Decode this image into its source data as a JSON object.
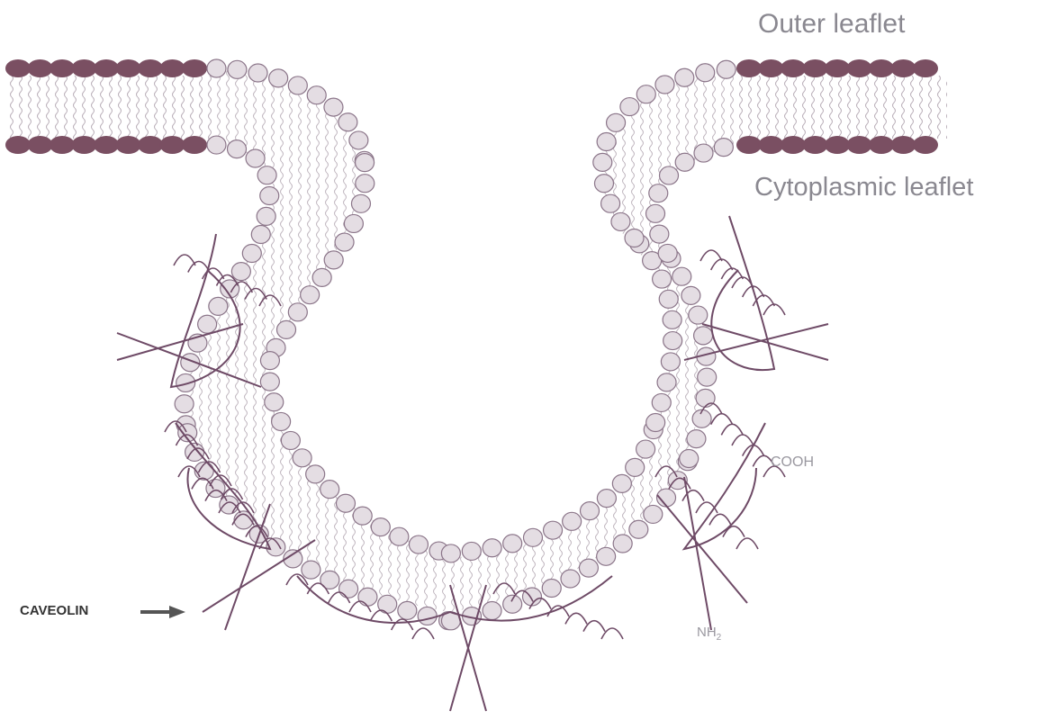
{
  "labels": {
    "outer_leaflet": "Outer leaflet",
    "cytoplasmic_leaflet": "Cytoplasmic leaflet",
    "cooh": "COOH",
    "nh2_base": "NH",
    "nh2_sub": "2",
    "caveolin": "CAVEOLIN"
  },
  "colors": {
    "flat_membrane_head": "#7a4f62",
    "caveola_head_fill": "#e4dde3",
    "caveola_head_stroke": "#8b7589",
    "lipid_tail": "#b9aeb8",
    "caveolin_protein": "#6e4a66",
    "arrow": "#555555"
  }
}
